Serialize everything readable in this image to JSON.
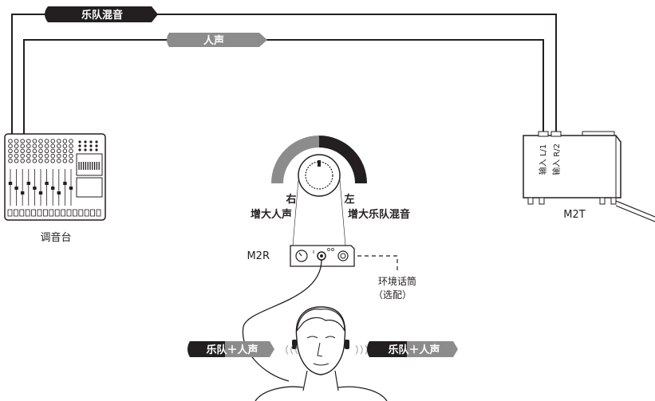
{
  "cables": {
    "band_mix": "乐队混音",
    "vocal": "人声"
  },
  "mixer": {
    "label": "调音台"
  },
  "m2t": {
    "label": "M2T",
    "input1": "输入 L/1",
    "input2": "输入 R/2"
  },
  "knob": {
    "right_dir": "右",
    "right_text": "增大人声",
    "left_dir": "左",
    "left_text": "增大乐队混音"
  },
  "m2r": {
    "label": "M2R"
  },
  "ambient_mic": {
    "line1": "环境话筒",
    "line2": "（选配）"
  },
  "ear_mix": {
    "left_label": "乐队＋人声",
    "right_label": "乐队＋人声",
    "left_waves": "（（（",
    "right_waves": "）））"
  },
  "colors": {
    "dark": "#231f20",
    "gray": "#8c8c8c",
    "line": "#231f20"
  }
}
